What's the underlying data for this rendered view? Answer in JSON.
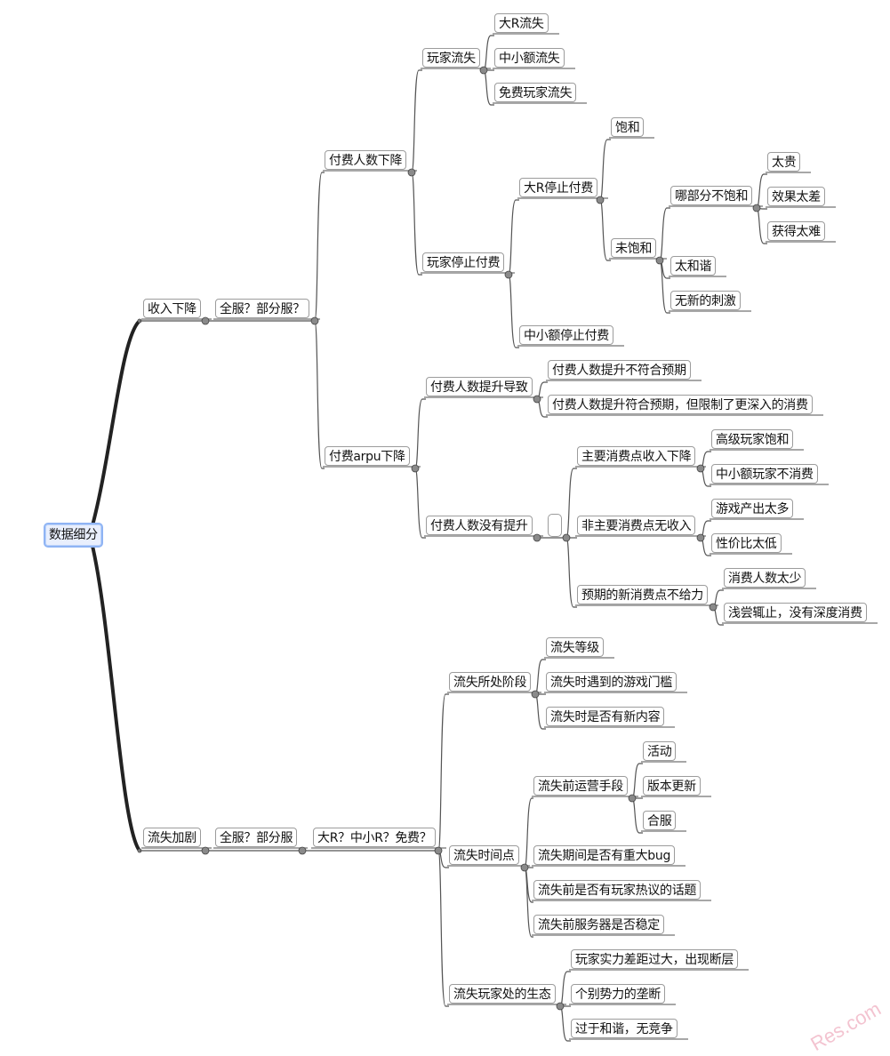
{
  "root": {
    "label": "数据细分"
  },
  "nodes": {
    "income_drop": "收入下降",
    "income_scope": "全服？部分服？",
    "payers_drop": "付费人数下降",
    "player_loss": "玩家流失",
    "big_r_loss": "大R流失",
    "mid_small_loss": "中小额流失",
    "free_loss": "免费玩家流失",
    "stop_paying": "玩家停止付费",
    "big_r_stop": "大R停止付费",
    "saturated": "饱和",
    "not_saturated": "未饱和",
    "which_part": "哪部分不饱和",
    "too_expensive": "太贵",
    "poor_effect": "效果太差",
    "hard_to_get": "获得太难",
    "too_harmonious": "太和谐",
    "no_stimulus": "无新的刺激",
    "mid_small_stop": "中小额停止付费",
    "arpu_drop": "付费arpu下降",
    "payers_up_cause": "付费人数提升导致",
    "payers_up_unexpected": "付费人数提升不符合预期",
    "payers_up_expected": "付费人数提升符合预期，但限制了更深入的消费",
    "payers_not_up": "付费人数没有提升",
    "main_point_drop": "主要消费点收入下降",
    "high_saturated": "高级玩家饱和",
    "mid_small_no_spend": "中小额玩家不消费",
    "non_main_no_income": "非主要消费点无收入",
    "too_much_output": "游戏产出太多",
    "low_value": "性价比太低",
    "new_point_weak": "预期的新消费点不给力",
    "too_few_spenders": "消费人数太少",
    "shallow_spend": "浅尝辄止，没有深度消费",
    "churn_up": "流失加剧",
    "churn_scope": "全服？部分服",
    "churn_tier": "大R？中小R？免费？",
    "churn_stage": "流失所处阶段",
    "churn_level": "流失等级",
    "churn_barrier": "流失时遇到的游戏门槛",
    "churn_new_content": "流失时是否有新内容",
    "churn_time": "流失时间点",
    "pre_ops": "流失前运营手段",
    "event": "活动",
    "version_update": "版本更新",
    "server_merge": "合服",
    "major_bug": "流失期间是否有重大bug",
    "hot_topic": "流失前是否有玩家热议的话题",
    "server_stable": "流失前服务器是否稳定",
    "churn_ecology": "流失玩家处的生态",
    "power_gap": "玩家实力差距过大，出现断层",
    "monopoly": "个别势力的垄断",
    "too_peaceful": "过于和谐，无竞争"
  },
  "watermark": "Res.com",
  "colors": {
    "root_border": "#8fb4f4",
    "root_fill": "#e9effd",
    "line": "#555555",
    "trunk": "#222222",
    "dot": "#8a8a8a"
  }
}
